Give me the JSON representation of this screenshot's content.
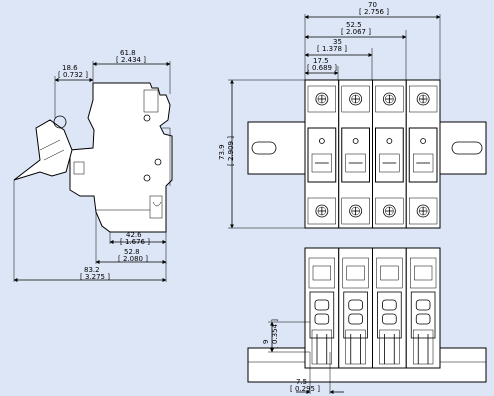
{
  "side_view": {
    "dim_overall_width": {
      "mm": "61.8",
      "in": "[ 2.434 ]"
    },
    "dim_offset": {
      "mm": "18.6",
      "in": "[ 0.732 ]"
    },
    "dim_base_a": {
      "mm": "42.6",
      "in": "[ 1.676 ]"
    },
    "dim_base_b": {
      "mm": "52.8",
      "in": "[ 2.080 ]"
    },
    "dim_open_width": {
      "mm": "83.2",
      "in": "[ 3.275 ]"
    }
  },
  "front_view": {
    "dim_4pole": {
      "mm": "70",
      "in": "[ 2.756 ]"
    },
    "dim_3pole": {
      "mm": "52.5",
      "in": "[ 2.067 ]"
    },
    "dim_2pole": {
      "mm": "35",
      "in": "[ 1.378 ]"
    },
    "dim_1pole": {
      "mm": "17.5",
      "in": "[ 0.689 ]"
    },
    "dim_height": {
      "mm": "73.9",
      "in": "[ 2.909 ]"
    },
    "pole_count": 4
  },
  "bottom_view": {
    "dim_slot_height": {
      "mm": "9",
      "in": "[ 0.354 ]"
    },
    "dim_slot_width": {
      "mm": "7.5",
      "in": "[ 0.295 ]"
    }
  }
}
